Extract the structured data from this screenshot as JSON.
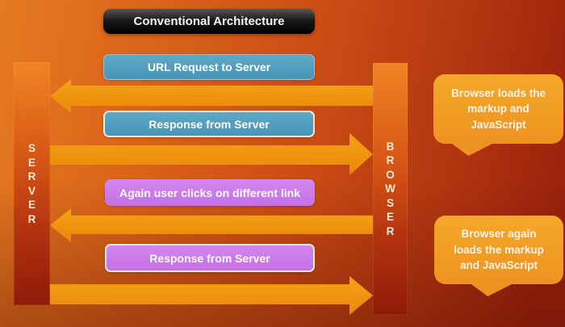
{
  "title": {
    "label": "Conventional Architecture"
  },
  "server": {
    "label": "SERVER"
  },
  "browser": {
    "label": "BROWSER"
  },
  "flow": {
    "boxes": [
      {
        "label": "URL Request to Server",
        "style": "blue"
      },
      {
        "label": "Response from Server",
        "style": "blue"
      },
      {
        "label": "Again user clicks on different link",
        "style": "purple"
      },
      {
        "label": "Response from Server",
        "style": "purple"
      }
    ],
    "arrows": [
      {
        "name": "url-request-arrow",
        "direction": "left",
        "points_to": "server"
      },
      {
        "name": "server-response-arrow-1",
        "direction": "right",
        "points_to": "browser"
      },
      {
        "name": "again-request-arrow",
        "direction": "left",
        "points_to": "server"
      },
      {
        "name": "server-response-arrow-2",
        "direction": "right",
        "points_to": "browser"
      }
    ]
  },
  "callouts": [
    {
      "lines": [
        "Browser loads the",
        "markup and",
        "JavaScript"
      ]
    },
    {
      "lines": [
        "Browser again",
        "loads the markup",
        "and JavaScript"
      ]
    }
  ],
  "colors": {
    "background_light": "#e57a21",
    "background_dark": "#9c230c",
    "arrow_orange": "#ef930f",
    "blue_box": "#4f9fc0",
    "purple_box": "#cb79e9",
    "callout_orange": "#f09c28",
    "bar_top": "#f08424",
    "bar_bottom": "#8f1a08",
    "title_bg": "#0d0d0d",
    "text_light": "#f7ead6"
  }
}
